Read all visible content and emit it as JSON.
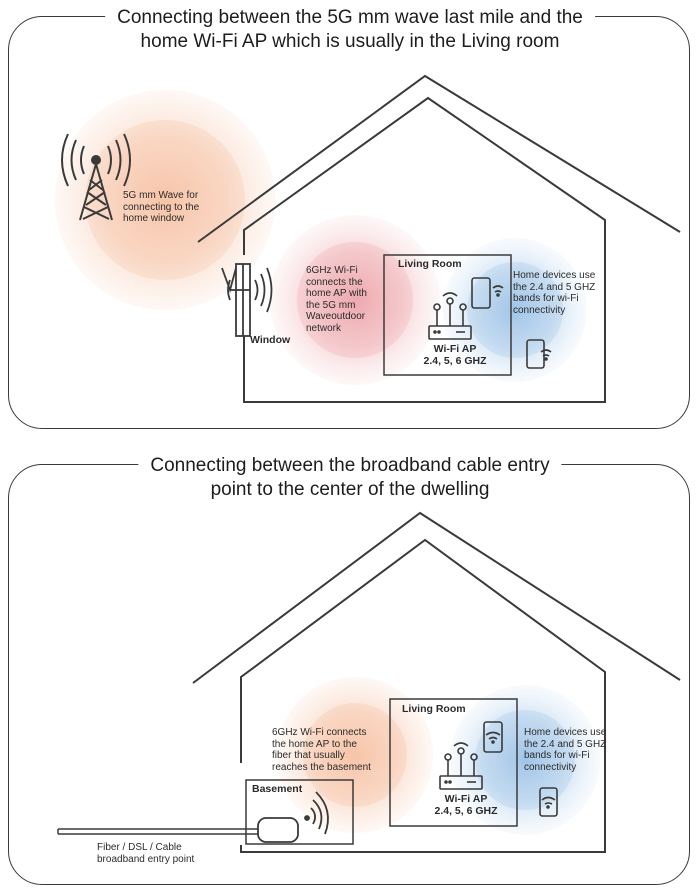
{
  "panel_top": {
    "title_line1": "Connecting between the 5G mm wave last mile and the",
    "title_line2": "home Wi-Fi AP which is usually in the Living room",
    "tower_label": [
      "5G mm Wave for",
      "connecting to the",
      "home window"
    ],
    "window_label": "Window",
    "wifi6_label": [
      "6GHz Wi-Fi",
      "connects the",
      "home AP with",
      "the 5G mm",
      "Waveoutdoor",
      "network"
    ],
    "room_label": "Living Room",
    "ap_label": [
      "Wi-Fi AP",
      "2.4, 5, 6 GHZ"
    ],
    "devices_label": [
      "Home devices use",
      "the 2.4 and 5 GHZ",
      "bands for wi-Fi",
      "connectivity"
    ]
  },
  "panel_bottom": {
    "title_line1": "Connecting between the broadband cable entry",
    "title_line2": "point to the center of the dwelling",
    "wifi6_label": [
      "6GHz Wi-Fi connects",
      "the home AP to the",
      "fiber that usually",
      "reaches the basement"
    ],
    "room_label": "Living Room",
    "ap_label": [
      "Wi-Fi AP",
      "2.4, 5, 6 GHZ"
    ],
    "devices_label": [
      "Home devices use",
      "the 2.4 and 5 GHZ",
      "bands for wi-Fi",
      "connectivity"
    ],
    "basement_label": "Basement",
    "entry_label": [
      "Fiber / DSL / Cable",
      "broadband entry point"
    ]
  },
  "colors": {
    "orange_glow": "#f4a97a",
    "red_glow": "#e88a8f",
    "blue_glow": "#7fb2e0",
    "line": "#3a3a3a"
  },
  "icons": [
    "cell-tower-icon",
    "window-antenna-icon",
    "wifi-router-icon",
    "smartphone-icon",
    "modem-icon",
    "wifi-waves-icon"
  ]
}
